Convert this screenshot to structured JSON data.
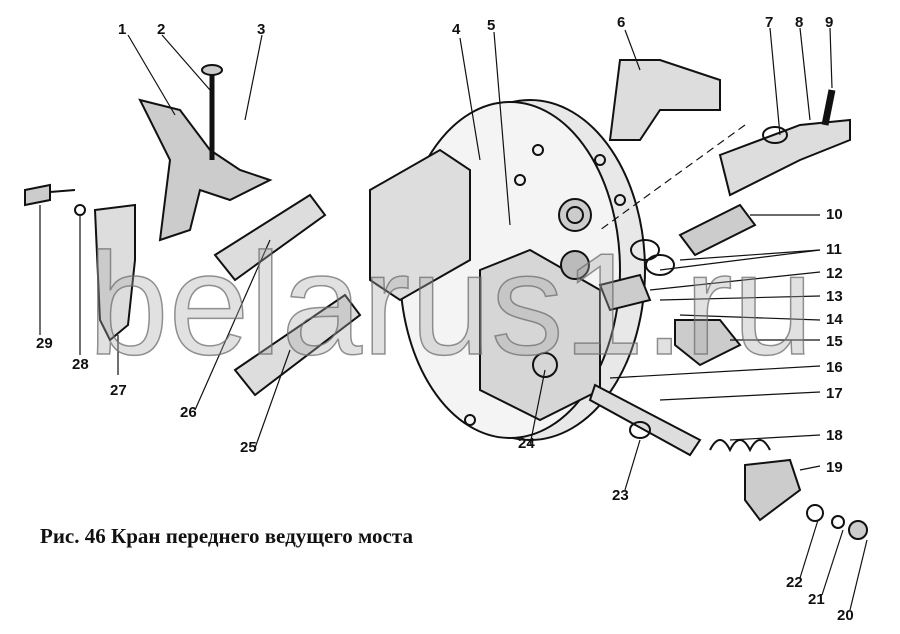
{
  "caption": "Рис. 46  Кран переднего ведущего моста",
  "watermark": "belarus1.ru",
  "labels": [
    "1",
    "2",
    "3",
    "4",
    "5",
    "6",
    "7",
    "8",
    "9",
    "10",
    "11",
    "12",
    "13",
    "14",
    "15",
    "16",
    "17",
    "18",
    "19",
    "20",
    "21",
    "22",
    "23",
    "24",
    "25",
    "26",
    "27",
    "28",
    "29"
  ]
}
